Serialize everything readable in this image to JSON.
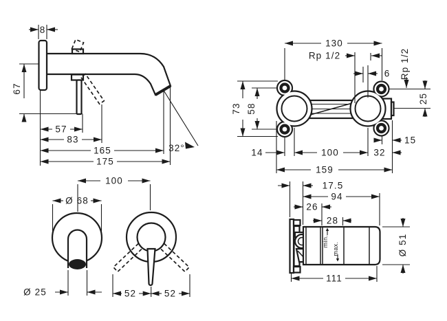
{
  "page": {
    "background": "#ffffff",
    "line_color": "#1c1c1c",
    "kind": "technical-dimension-drawing"
  },
  "views": {
    "spout": {
      "d8": "8",
      "d67": "67",
      "d57": "57",
      "d83": "83",
      "d165": "165",
      "d175": "175",
      "angle": "32°"
    },
    "body_front": {
      "d130": "130",
      "rp_top": "Rp 1/2",
      "rp_side": "Rp 1/2",
      "d6": "6",
      "d73": "73",
      "d58": "58",
      "d25": "25",
      "d14": "14",
      "d100": "100",
      "d32": "32",
      "d15": "15",
      "d159": "159"
    },
    "rosettes": {
      "d100": "100",
      "dia68": "Ø 68",
      "dia25": "Ø 25",
      "d52_left": "52",
      "d52_right": "52"
    },
    "body_side": {
      "d17_5": "17.5",
      "d94": "94",
      "d26": "26",
      "d28": "28",
      "dia51": "Ø 51",
      "d111": "111",
      "min_label": "min.",
      "max_label": "max."
    }
  }
}
